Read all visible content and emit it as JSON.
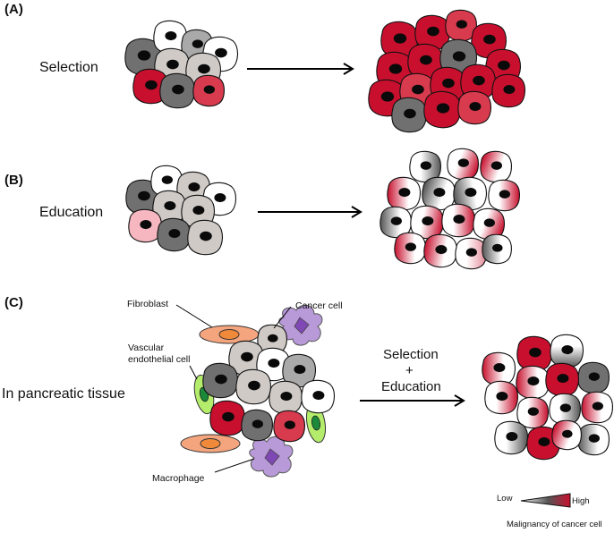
{
  "panels": {
    "a": {
      "letter": "(A)",
      "caption": "Selection"
    },
    "b": {
      "letter": "(B)",
      "caption": "Education"
    },
    "c": {
      "letter": "(C)",
      "caption": "In pancreatic tissue",
      "arrow_label_top": "Selection",
      "arrow_label_mid": "+",
      "arrow_label_bottom": "Education",
      "callouts": {
        "fibroblast": "Fibroblast",
        "cancer_cell": "Cancer cell",
        "vascular_1": "Vascular",
        "vascular_2": "endothelial cell",
        "macrophage": "Macrophage"
      }
    }
  },
  "legend": {
    "low": "Low",
    "high": "High",
    "title": "Malignancy of cancer cell"
  },
  "colors": {
    "dark_gray": "#707070",
    "mid_gray": "#a9a9a9",
    "light_gray": "#cfcac6",
    "red": "#c8102e",
    "rose": "#d83a4e",
    "pink": "#f6b7c0",
    "fibroblast": "#f5a57e",
    "endothelial": "#b4ec6b",
    "macrophage": "#b89ad8"
  }
}
